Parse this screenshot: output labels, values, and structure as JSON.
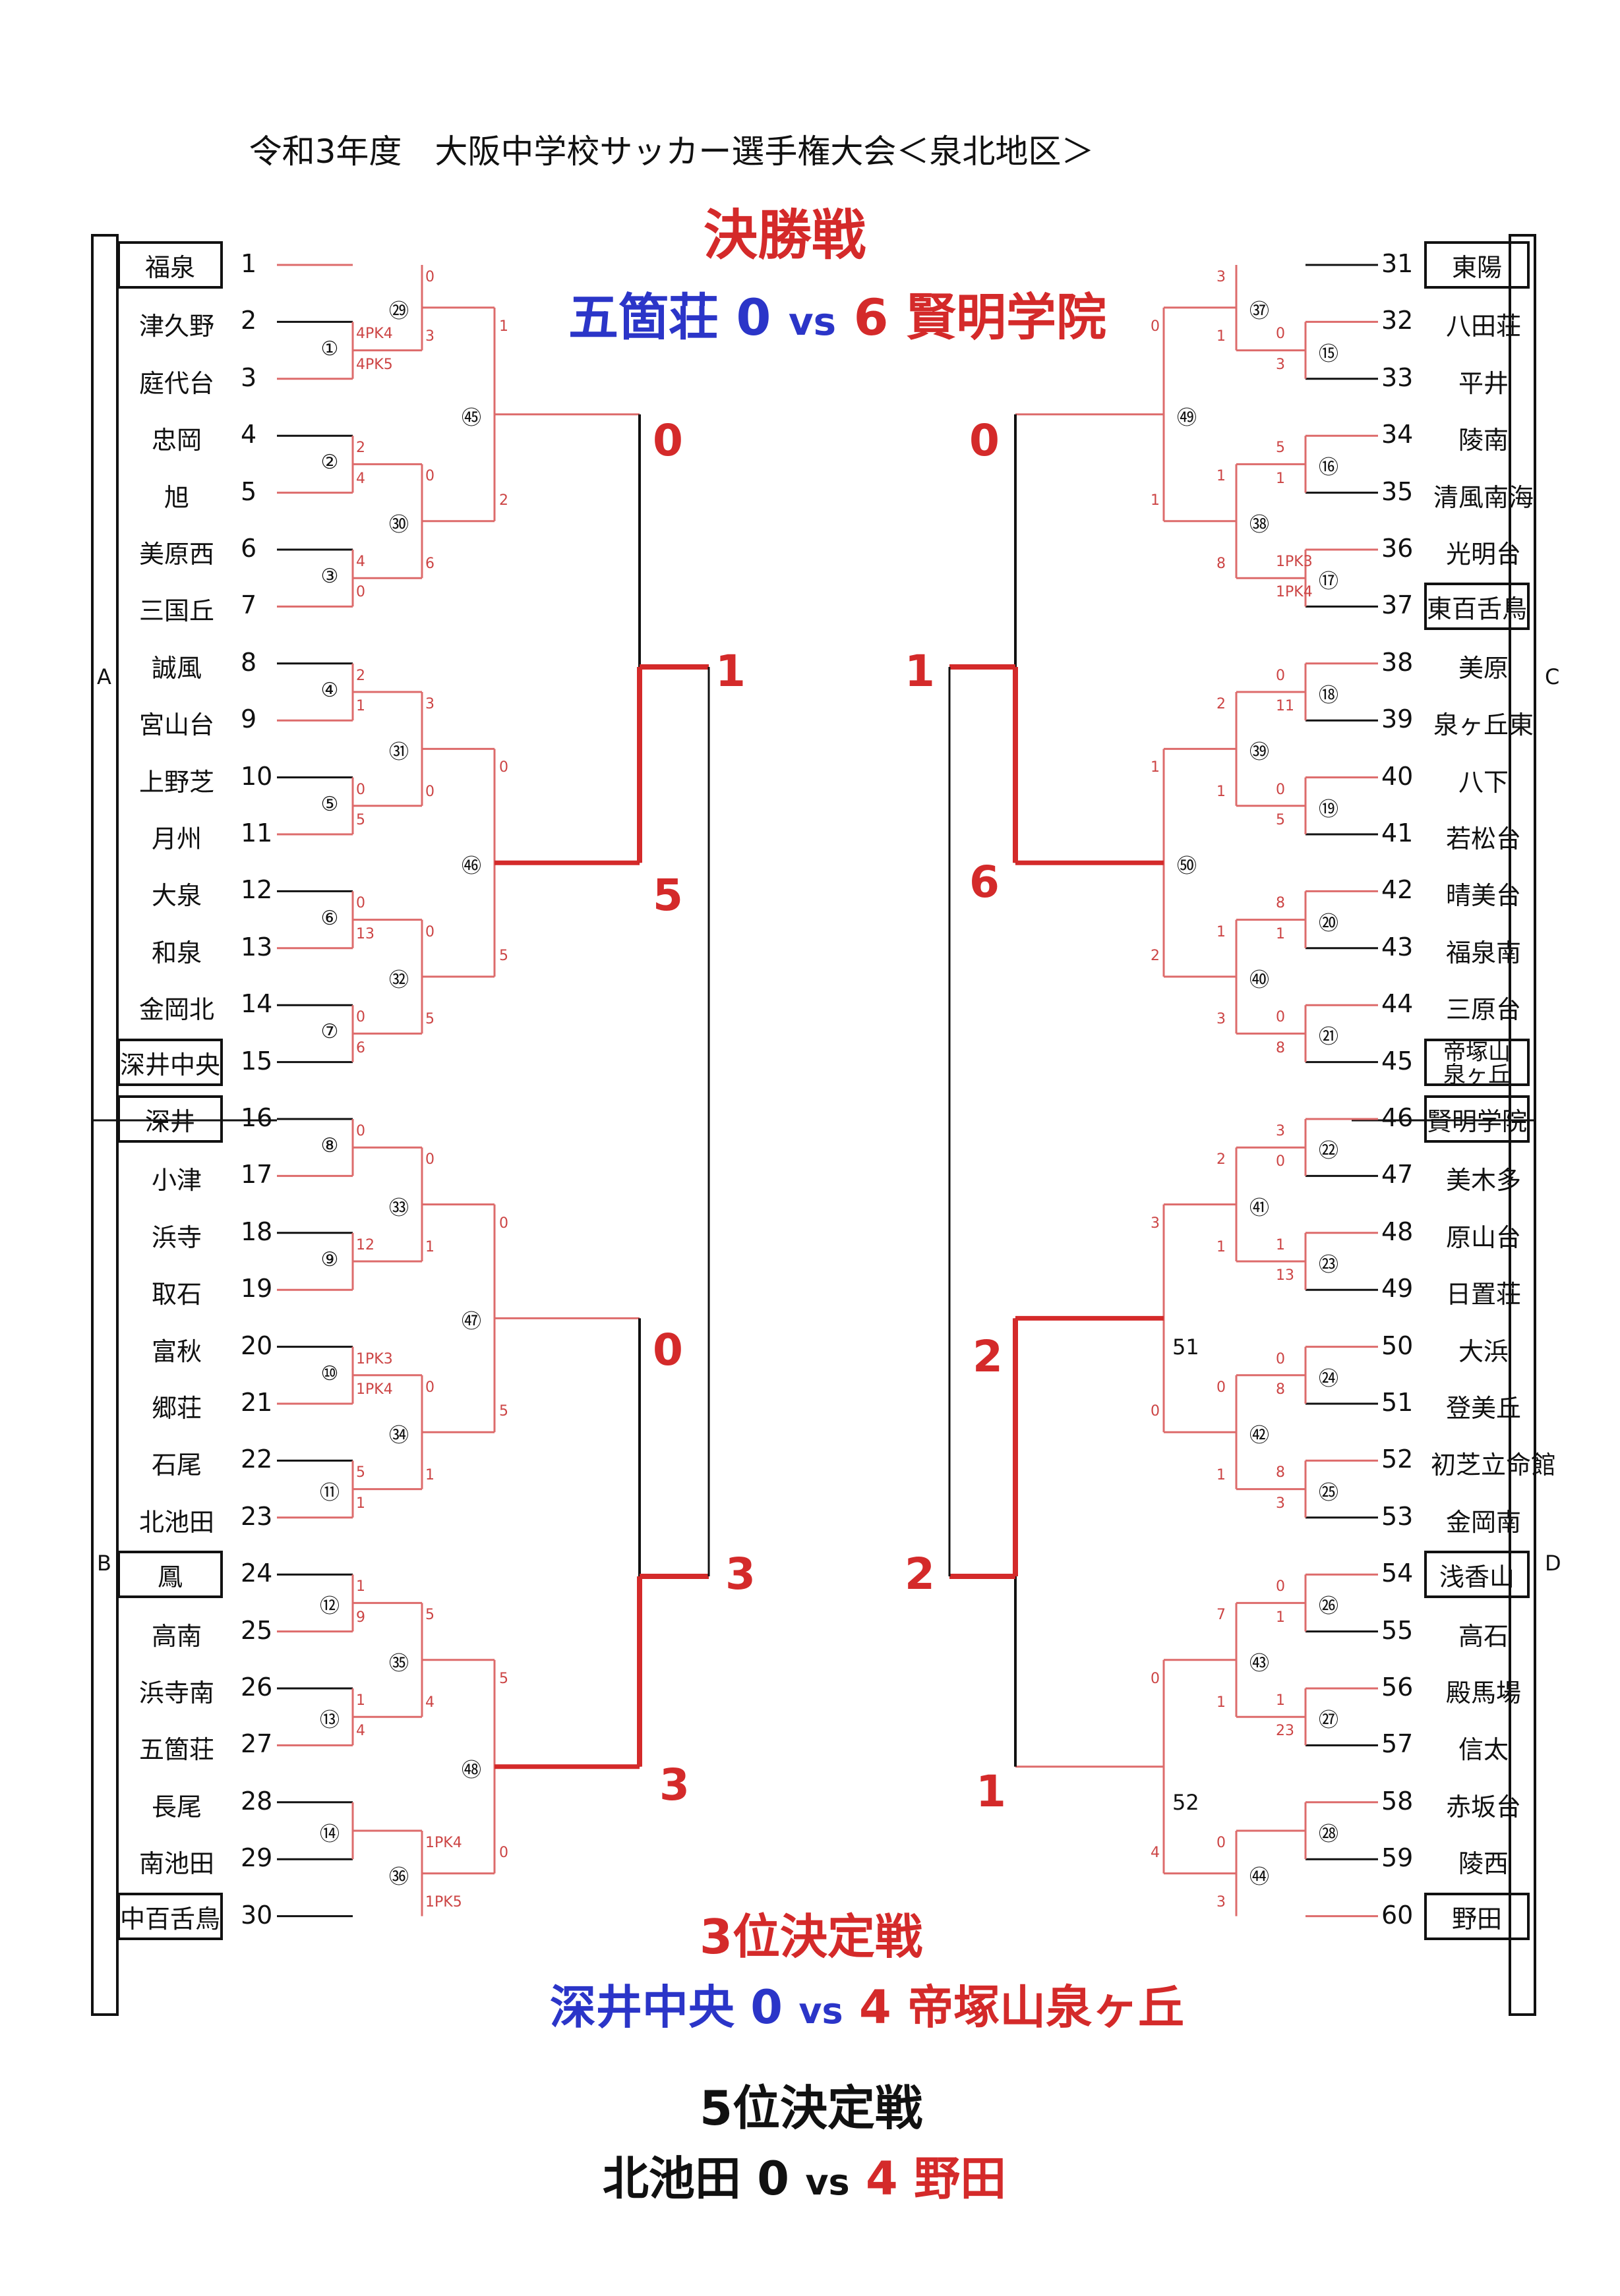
{
  "title": "令和3年度　大阪中学校サッカー選手権大会＜泉北地区＞",
  "final": {
    "heading": "決勝戦",
    "team_a": "五箇荘",
    "score_a": "0",
    "vs": "vs",
    "score_b": "6",
    "team_b": "賢明学院"
  },
  "third_place": {
    "heading": "3位決定戦",
    "team_a": "深井中央",
    "score_a": "0",
    "vs": "vs",
    "score_b": "4",
    "team_b": "帝塚山泉ヶ丘"
  },
  "fifth_place": {
    "heading": "5位決定戦",
    "team_a": "北池田",
    "score_a": "0",
    "vs": "vs",
    "score_b": "4",
    "team_b": "野田"
  },
  "regions": [
    "A",
    "B",
    "C",
    "D"
  ],
  "left_teams": [
    {
      "no": "1",
      "name": "福泉"
    },
    {
      "no": "2",
      "name": "津久野"
    },
    {
      "no": "3",
      "name": "庭代台"
    },
    {
      "no": "4",
      "name": "忠岡"
    },
    {
      "no": "5",
      "name": "旭"
    },
    {
      "no": "6",
      "name": "美原西"
    },
    {
      "no": "7",
      "name": "三国丘"
    },
    {
      "no": "8",
      "name": "誠風"
    },
    {
      "no": "9",
      "name": "宮山台"
    },
    {
      "no": "10",
      "name": "上野芝"
    },
    {
      "no": "11",
      "name": "月州"
    },
    {
      "no": "12",
      "name": "大泉"
    },
    {
      "no": "13",
      "name": "和泉"
    },
    {
      "no": "14",
      "name": "金岡北"
    },
    {
      "no": "15",
      "name": "深井中央"
    },
    {
      "no": "16",
      "name": "深井"
    },
    {
      "no": "17",
      "name": "小津"
    },
    {
      "no": "18",
      "name": "浜寺"
    },
    {
      "no": "19",
      "name": "取石"
    },
    {
      "no": "20",
      "name": "富秋"
    },
    {
      "no": "21",
      "name": "郷荘"
    },
    {
      "no": "22",
      "name": "石尾"
    },
    {
      "no": "23",
      "name": "北池田"
    },
    {
      "no": "24",
      "name": "鳳"
    },
    {
      "no": "25",
      "name": "高南"
    },
    {
      "no": "26",
      "name": "浜寺南"
    },
    {
      "no": "27",
      "name": "五箇荘"
    },
    {
      "no": "28",
      "name": "長尾"
    },
    {
      "no": "29",
      "name": "南池田"
    },
    {
      "no": "30",
      "name": "中百舌鳥"
    }
  ],
  "right_teams": [
    {
      "no": "31",
      "name": "東陽"
    },
    {
      "no": "32",
      "name": "八田荘"
    },
    {
      "no": "33",
      "name": "平井"
    },
    {
      "no": "34",
      "name": "陵南"
    },
    {
      "no": "35",
      "name": "清風南海"
    },
    {
      "no": "36",
      "name": "光明台"
    },
    {
      "no": "37",
      "name": "東百舌鳥"
    },
    {
      "no": "38",
      "name": "美原"
    },
    {
      "no": "39",
      "name": "泉ヶ丘東"
    },
    {
      "no": "40",
      "name": "八下"
    },
    {
      "no": "41",
      "name": "若松台"
    },
    {
      "no": "42",
      "name": "晴美台"
    },
    {
      "no": "43",
      "name": "福泉南"
    },
    {
      "no": "44",
      "name": "三原台"
    },
    {
      "no": "45",
      "name": "帝塚山泉ヶ丘"
    },
    {
      "no": "46",
      "name": "賢明学院"
    },
    {
      "no": "47",
      "name": "美木多"
    },
    {
      "no": "48",
      "name": "原山台"
    },
    {
      "no": "49",
      "name": "日置荘"
    },
    {
      "no": "50",
      "name": "大浜"
    },
    {
      "no": "51",
      "name": "登美丘"
    },
    {
      "no": "52",
      "name": "初芝立命館"
    },
    {
      "no": "53",
      "name": "金岡南"
    },
    {
      "no": "54",
      "name": "浅香山"
    },
    {
      "no": "55",
      "name": "高石"
    },
    {
      "no": "56",
      "name": "殿馬場"
    },
    {
      "no": "57",
      "name": "信太"
    },
    {
      "no": "58",
      "name": "赤坂台"
    },
    {
      "no": "59",
      "name": "陵西"
    },
    {
      "no": "60",
      "name": "野田"
    }
  ],
  "right_team_45_lines": [
    "帝塚山",
    "泉ヶ丘"
  ],
  "match_numbers": {
    "left": [
      "①",
      "②",
      "③",
      "④",
      "⑤",
      "⑥",
      "⑦",
      "⑧",
      "⑨",
      "⑩",
      "⑪",
      "⑫",
      "⑬",
      "⑭",
      "㉙",
      "㉚",
      "㉛",
      "㉜",
      "㉝",
      "㉞",
      "㉟",
      "㊱",
      "㊺",
      "㊻",
      "㊼",
      "㊽"
    ],
    "right": [
      "⑮",
      "⑯",
      "⑰",
      "⑱",
      "⑲",
      "⑳",
      "㉑",
      "㉒",
      "㉓",
      "㉔",
      "㉕",
      "㉖",
      "㉗",
      "㉘",
      "㊲",
      "㊳",
      "㊴",
      "㊵",
      "㊶",
      "㊷",
      "㊸",
      "㊹",
      "㊾",
      "㊿",
      "51",
      "52"
    ]
  },
  "scores": {
    "left_r1": [
      "4PK4",
      "4PK5",
      "2",
      "4",
      "4",
      "0",
      "2",
      "1",
      "0",
      "5",
      "0",
      "13",
      "0",
      "6",
      "0",
      "",
      "12",
      "",
      "1PK3",
      "1PK4",
      "5",
      "1",
      "1",
      "9",
      "1",
      "4"
    ],
    "left_r2": [
      "0",
      "3",
      "0",
      "6",
      "3",
      "0",
      "0",
      "5",
      "0",
      "1",
      "0",
      "1",
      "5",
      "4",
      "1PK4",
      "1PK5"
    ],
    "left_r3": [
      "1",
      "2",
      "0",
      "5",
      "0",
      "5",
      "5",
      "0"
    ],
    "right_r1": [
      "0",
      "3",
      "5",
      "1",
      "1PK3",
      "1PK4",
      "0",
      "11",
      "0",
      "5",
      "8",
      "1",
      "0",
      "8",
      "3",
      "0",
      "1",
      "13",
      "0",
      "8",
      "8",
      "3",
      "0",
      "1",
      "1",
      "23"
    ],
    "right_r2": [
      "3",
      "1",
      "1",
      "8",
      "2",
      "1",
      "1",
      "3",
      "2",
      "1",
      "0",
      "1",
      "7",
      "1",
      "0",
      "3"
    ],
    "right_r3": [
      "0",
      "1",
      "1",
      "2",
      "3",
      "0",
      "0",
      "4"
    ]
  },
  "final_scores": {
    "left_q1": "0",
    "left_q2": "5",
    "left_q3": "0",
    "left_q4": "3",
    "left_s1": "1",
    "left_s2": "3",
    "right_q1": "0",
    "right_q2": "6",
    "right_q3": "2",
    "right_q4": "1",
    "right_s1": "1",
    "right_s2": "2"
  },
  "match_labels": {
    "m51": "51",
    "m52": "52"
  }
}
